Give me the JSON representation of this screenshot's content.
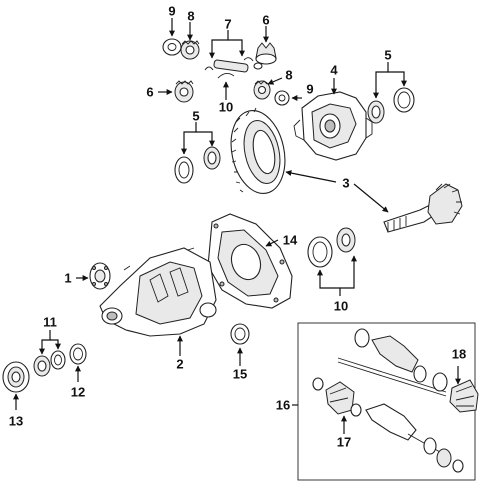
{
  "callouts": {
    "c1": "1",
    "c2": "2",
    "c3": "3",
    "c4": "4",
    "c5a": "5",
    "c5b": "5",
    "c6a": "6",
    "c6b": "6",
    "c7": "7",
    "c8a": "8",
    "c8b": "8",
    "c9a": "9",
    "c9b": "9",
    "c10a": "10",
    "c10b": "10",
    "c11": "11",
    "c12": "12",
    "c13": "13",
    "c14": "14",
    "c15": "15",
    "c16": "16",
    "c17": "17",
    "c18": "18"
  }
}
